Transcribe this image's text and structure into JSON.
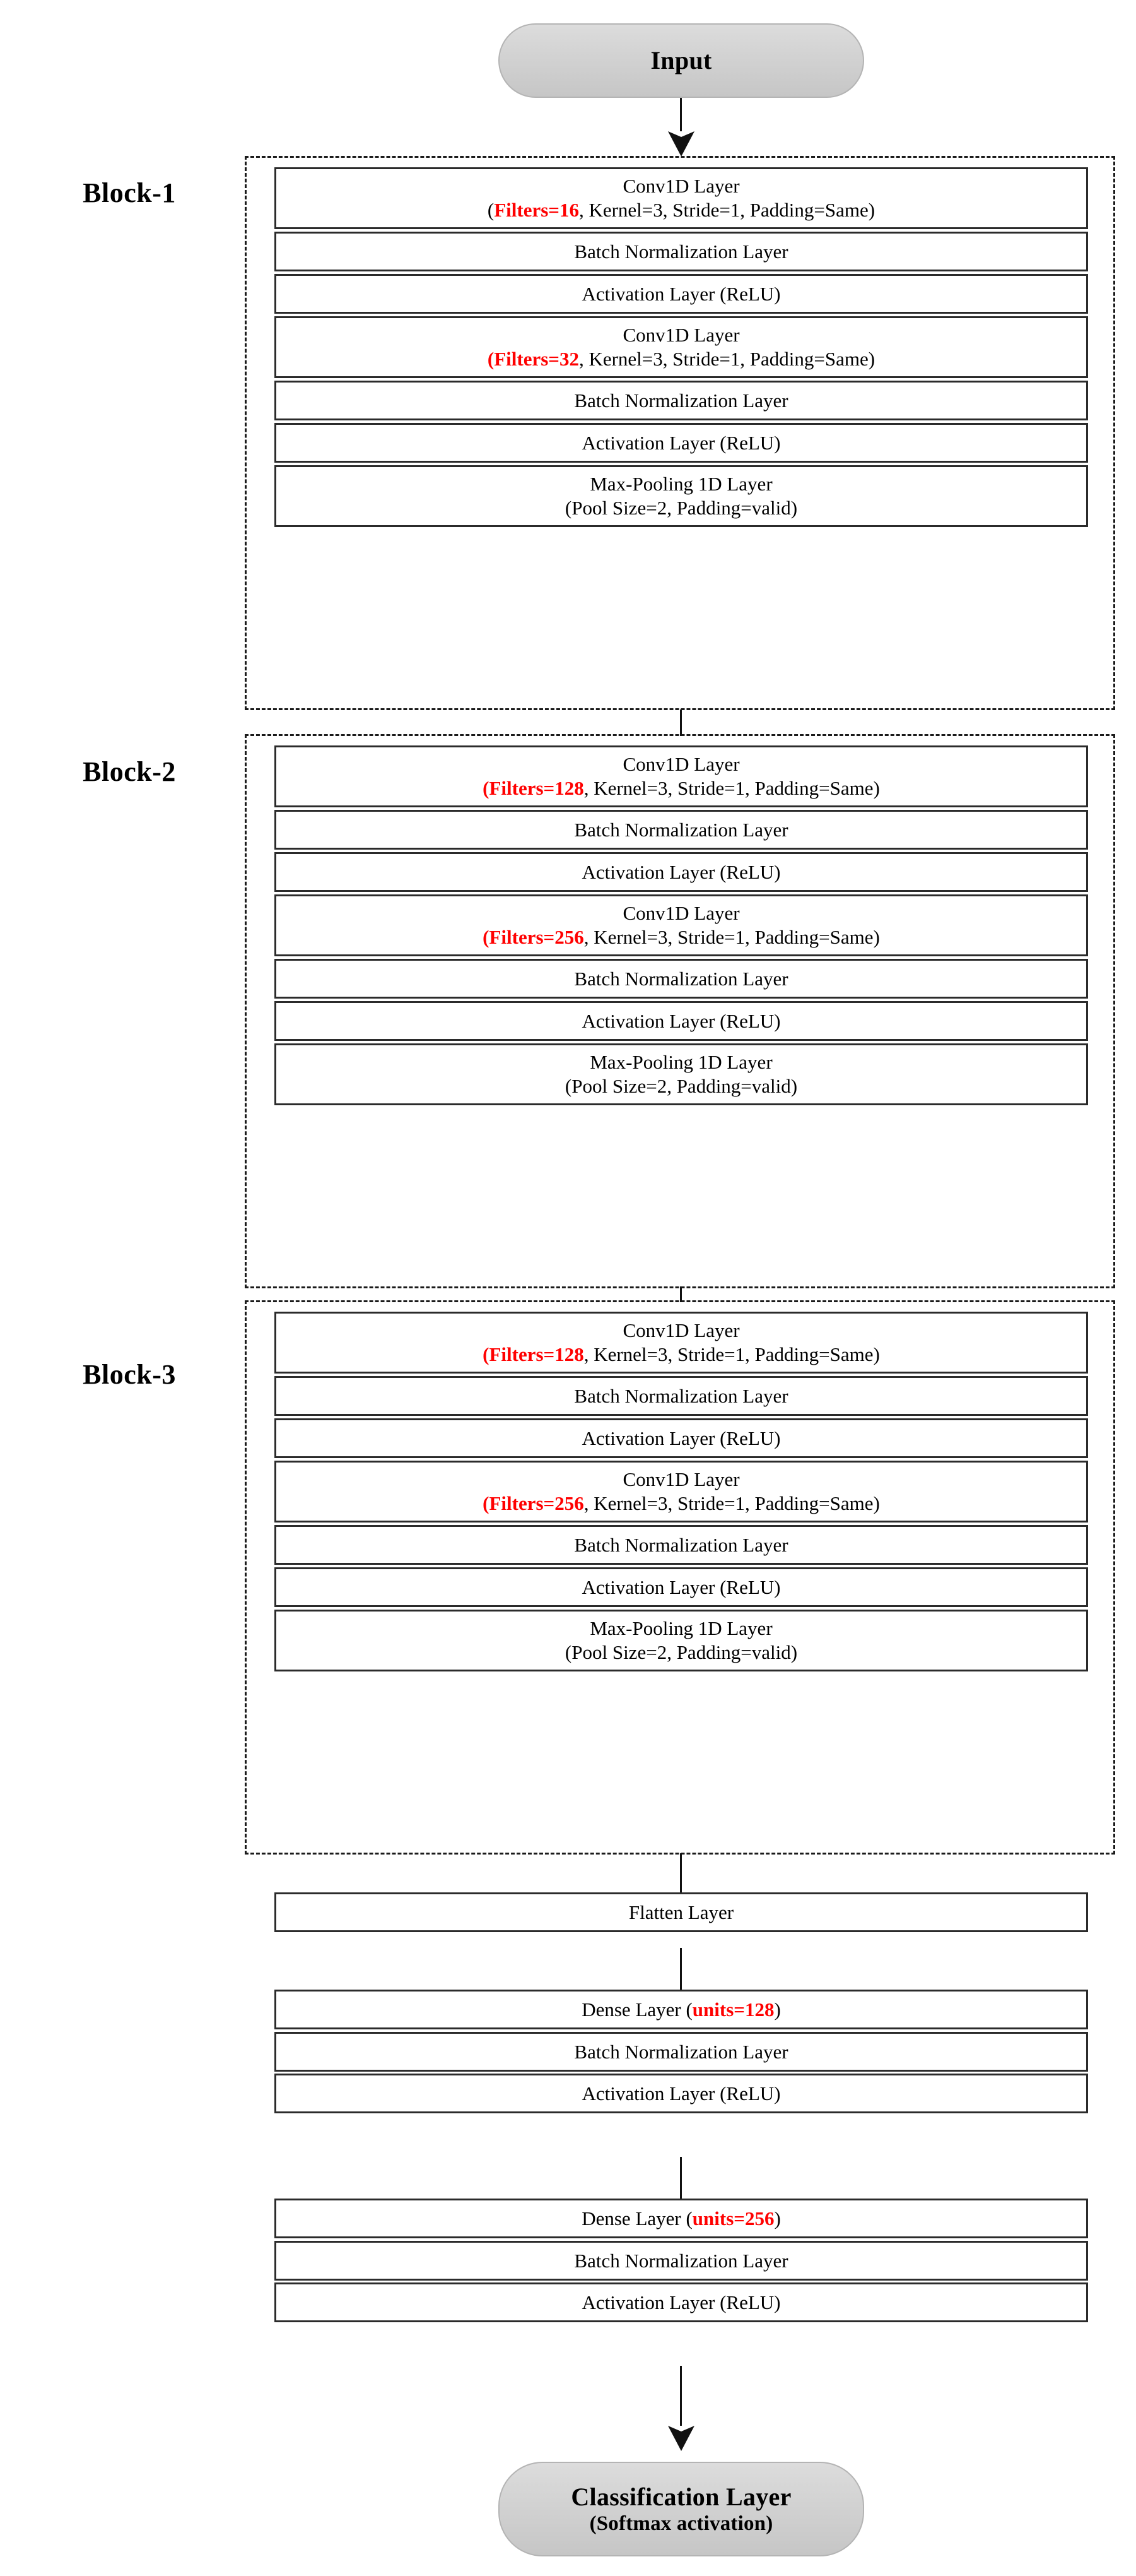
{
  "diagram": {
    "title": "1D CNN architecture block diagram",
    "accent_color": "#ff0000",
    "box_border_color": "#2b2b2b",
    "pill_fill_color": "#d2d2d2"
  },
  "input": {
    "label": "Input"
  },
  "blocks": [
    {
      "label": "Block-1",
      "layers": [
        {
          "line1": "Conv1D Layer",
          "pre": "(",
          "highlight": "Filters=16",
          "post": ", Kernel=3, Stride=1, Padding=Same)",
          "paren_highlighted": false
        },
        {
          "line1": "Batch Normalization Layer"
        },
        {
          "line1": "Activation Layer (ReLU)"
        },
        {
          "line1": "Conv1D Layer",
          "pre": "(",
          "highlight": "Filters=32",
          "post": ", Kernel=3, Stride=1, Padding=Same)",
          "paren_highlighted": true
        },
        {
          "line1": "Batch Normalization Layer"
        },
        {
          "line1": "Activation Layer (ReLU)"
        },
        {
          "line1": "Max-Pooling 1D Layer",
          "line2": "(Pool Size=2, Padding=valid)"
        }
      ]
    },
    {
      "label": "Block-2",
      "layers": [
        {
          "line1": "Conv1D Layer",
          "pre": "(",
          "highlight": "Filters=128",
          "post": ", Kernel=3, Stride=1, Padding=Same)",
          "paren_highlighted": true
        },
        {
          "line1": "Batch Normalization Layer"
        },
        {
          "line1": "Activation Layer (ReLU)"
        },
        {
          "line1": "Conv1D Layer",
          "pre": "(",
          "highlight": "Filters=256",
          "post": ", Kernel=3, Stride=1, Padding=Same)",
          "paren_highlighted": true
        },
        {
          "line1": "Batch Normalization Layer"
        },
        {
          "line1": "Activation Layer (ReLU)"
        },
        {
          "line1": "Max-Pooling 1D Layer",
          "line2": "(Pool Size=2, Padding=valid)"
        }
      ]
    },
    {
      "label": "Block-3",
      "layers": [
        {
          "line1": "Conv1D Layer",
          "pre": "(",
          "highlight": "Filters=128",
          "post": ", Kernel=3, Stride=1, Padding=Same)",
          "paren_highlighted": true
        },
        {
          "line1": "Batch Normalization Layer"
        },
        {
          "line1": "Activation Layer (ReLU)"
        },
        {
          "line1": "Conv1D Layer",
          "pre": "(",
          "highlight": "Filters=256",
          "post": ", Kernel=3, Stride=1, Padding=Same)",
          "paren_highlighted": true
        },
        {
          "line1": "Batch Normalization Layer"
        },
        {
          "line1": "Activation Layer (ReLU)"
        },
        {
          "line1": "Max-Pooling 1D Layer",
          "line2": "(Pool Size=2, Padding=valid)"
        }
      ]
    }
  ],
  "head": {
    "layers": [
      {
        "line1": "Flatten Layer"
      },
      {
        "line1": "Dense Layer ",
        "pre": "(",
        "highlight": "units=128",
        "post": ")",
        "paren_highlighted": false,
        "inline": true
      },
      {
        "line1": "Batch Normalization Layer"
      },
      {
        "line1": "Activation Layer (ReLU)"
      },
      {
        "line1": "Dense Layer ",
        "pre": "(",
        "highlight": "units=256",
        "post": ")",
        "paren_highlighted": false,
        "inline": true
      },
      {
        "line1": "Batch Normalization Layer"
      },
      {
        "line1": "Activation Layer (ReLU)"
      }
    ]
  },
  "output": {
    "line1": "Classification Layer",
    "line2": "(Softmax activation)"
  }
}
